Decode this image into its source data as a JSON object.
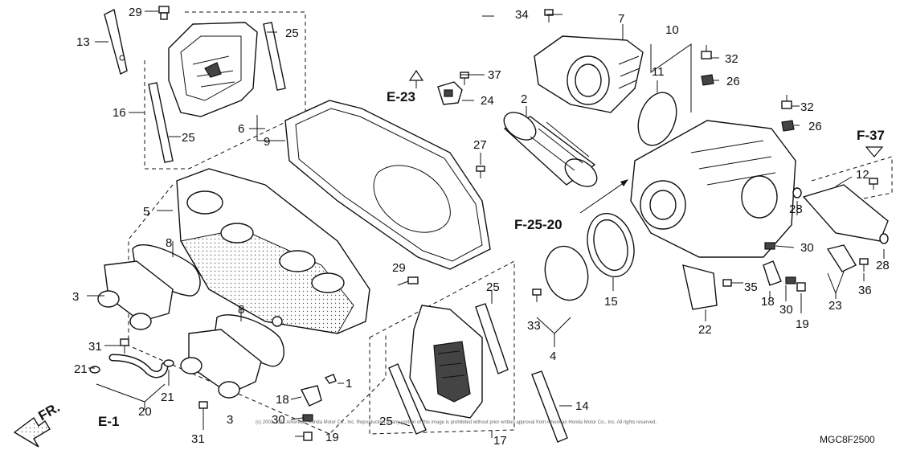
{
  "diagram": {
    "code": "MGC8F2500",
    "copyright": "(c) 2003-2011 American Honda Motor Co., Inc. Reproduction of any portion of this image is prohibited without prior written approval from American Honda Motor Co., Inc. All rights reserved.",
    "direction_label": "FR."
  },
  "references": {
    "e23": "E-23",
    "e1": "E-1",
    "f37": "F-37",
    "f2520": "F-25-20"
  },
  "callouts": {
    "c1": "1",
    "c2": "2",
    "c3a": "3",
    "c3b": "3",
    "c5": "5",
    "c6": "6",
    "c7": "7",
    "c8a": "8",
    "c8b": "8",
    "c9": "9",
    "c10": "10",
    "c11": "11",
    "c12": "12",
    "c13": "13",
    "c14": "14",
    "c15": "15",
    "c16": "16",
    "c17": "17",
    "c18a": "18",
    "c18b": "18",
    "c19a": "19",
    "c19b": "19",
    "c20": "20",
    "c21a": "21",
    "c21b": "21",
    "c22": "22",
    "c23": "23",
    "c24": "24",
    "c25a": "25",
    "c25b": "25",
    "c25c": "25",
    "c25d": "25",
    "c26a": "26",
    "c26b": "26",
    "c27": "27",
    "c28a": "28",
    "c28b": "28",
    "c29a": "29",
    "c29b": "29",
    "c30a": "30",
    "c30b": "30",
    "c30c": "30",
    "c31a": "31",
    "c31b": "31",
    "c32a": "32",
    "c32b": "32",
    "c33": "33",
    "c34": "34",
    "c35": "35",
    "c36": "36",
    "c37": "37",
    "c4": "4"
  }
}
